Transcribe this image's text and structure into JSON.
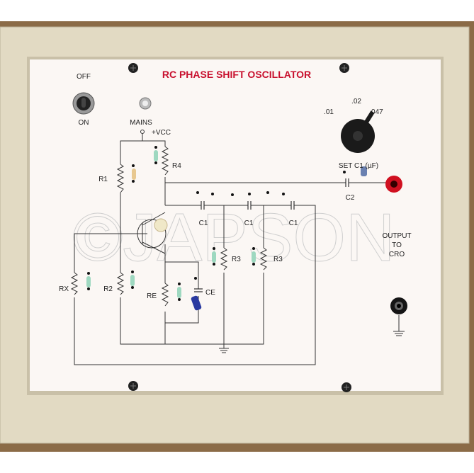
{
  "panel": {
    "title": "RC PHASE SHIFT OSCILLATOR",
    "switch": {
      "off_label": "OFF",
      "on_label": "ON"
    },
    "mains_label": "MAINS",
    "vcc_label": "+VCC",
    "selector": {
      "label": "SET C1 (µF)",
      "options": [
        ".01",
        ".02",
        ".047"
      ]
    },
    "components": {
      "r1": "R1",
      "r2": "R2",
      "r4": "R4",
      "rx": "RX",
      "re": "RE",
      "ce": "CE",
      "c1a": "C1",
      "c1b": "C1",
      "c1c": "C1",
      "r3a": "R3",
      "r3b": "R3",
      "c2": "C2"
    },
    "output_label": [
      "OUTPUT",
      "TO",
      "CRO"
    ],
    "watermark": "©JAPSON"
  },
  "colors": {
    "title": "#c8102e",
    "enclosure": "#e2dac3",
    "background": "#8b6b47",
    "jack_red": "#d01020",
    "jack_black": "#151515"
  }
}
